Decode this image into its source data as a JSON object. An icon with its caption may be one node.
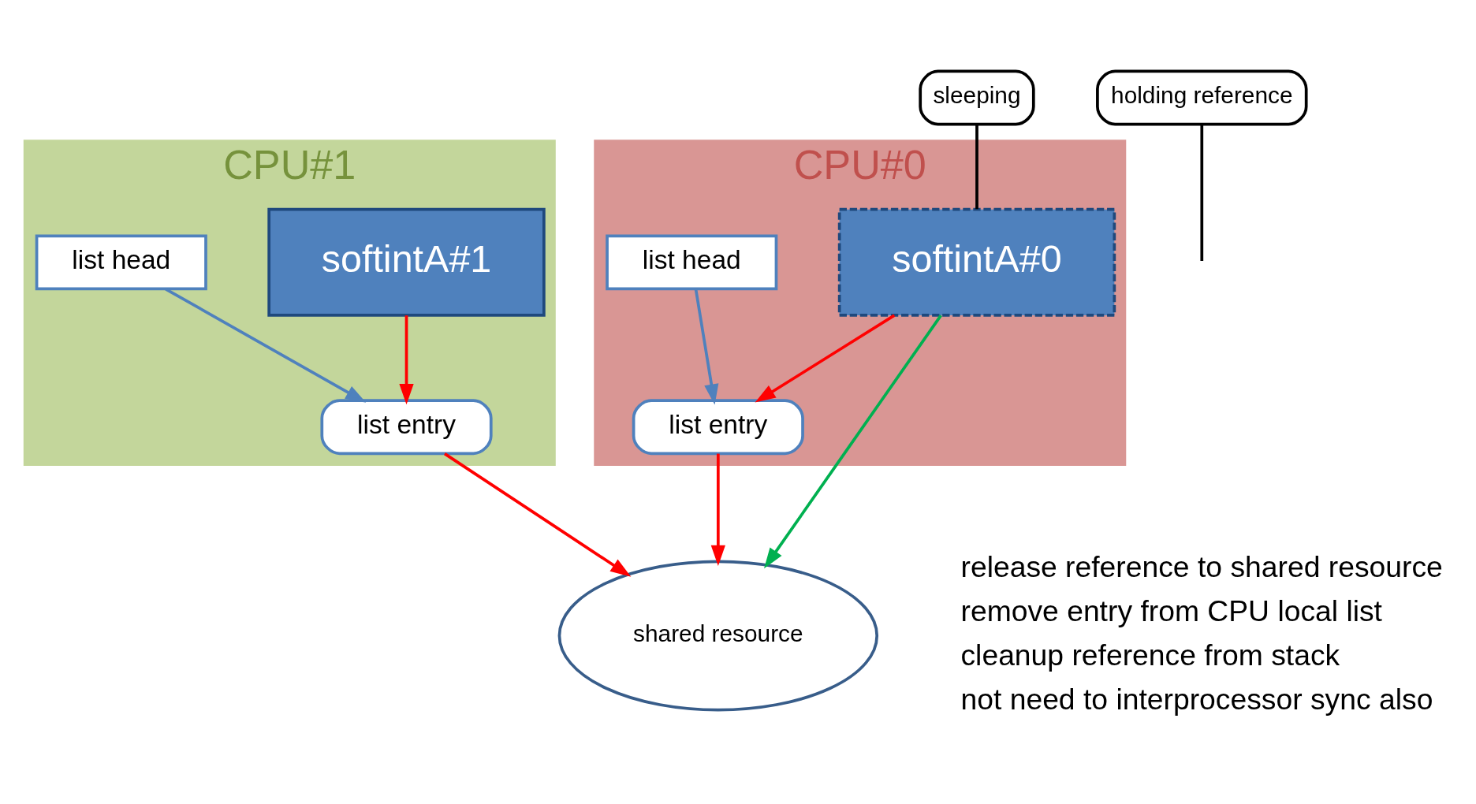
{
  "diagram": {
    "nodes": [
      {
        "text": [
          "CPU#0"
        ]
      },
      {
        "text": [
          "sleeping"
        ]
      },
      {
        "text": [
          "softintA#0"
        ],
        "in": 0
      },
      {
        "text": [
          "list head"
        ],
        "in": 0
      },
      {
        "text": [
          "list entry"
        ],
        "in": 0
      },
      {
        "text": [
          "CPU#1"
        ]
      },
      {
        "text": [
          "softintA#1"
        ],
        "in": 5
      },
      {
        "text": [
          "list head"
        ],
        "in": 5
      },
      {
        "text": [
          "list entry"
        ],
        "in": 5
      },
      {
        "text": [
          "holding reference"
        ]
      },
      {
        "text": [
          "shared resource"
        ]
      }
    ],
    "edges": [
      {
        "from": 1,
        "to": 2,
        "arrow": "none",
        "color": "#000000"
      },
      {
        "from": 3,
        "to": 4,
        "arrow": "to",
        "color": "#4f81bd"
      },
      {
        "from": 2,
        "to": 4,
        "arrow": "to",
        "color": "#ff0000"
      },
      {
        "from": 7,
        "to": 8,
        "arrow": "to",
        "color": "#4f81bd"
      },
      {
        "from": 6,
        "to": 8,
        "arrow": "to",
        "color": "#ff0000"
      },
      {
        "from": 2,
        "to": 10,
        "arrow": "to",
        "color": "#00b050"
      },
      {
        "from": 4,
        "to": 10,
        "arrow": "to",
        "color": "#ff0000"
      },
      {
        "from": 8,
        "to": 10,
        "arrow": "to",
        "color": "#ff0000"
      },
      {
        "from": 9,
        "to": null,
        "arrow": "none",
        "color": "#000000"
      }
    ],
    "labels": [
      "release reference to shared resource",
      "remove entry from CPU local list",
      "cleanup reference from stack",
      "not need to interprocessor sync also"
    ]
  }
}
